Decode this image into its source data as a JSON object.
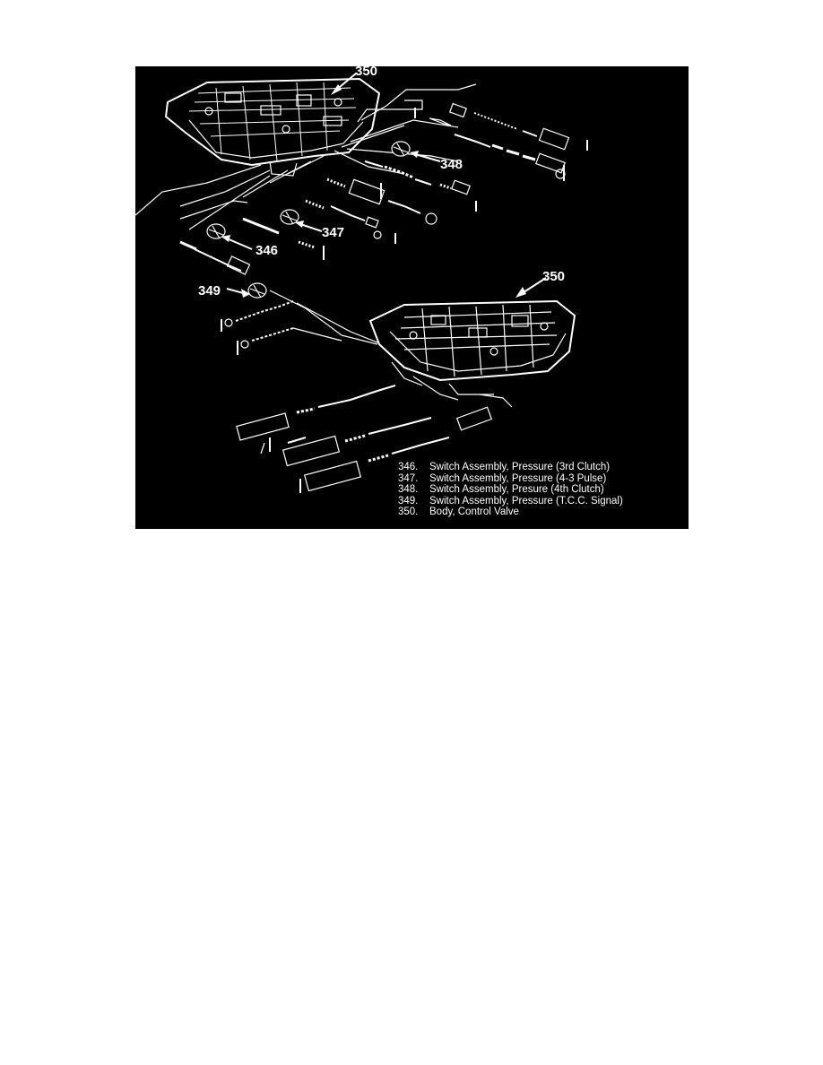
{
  "callouts": {
    "c350_top": "350",
    "c348": "348",
    "c347": "347",
    "c346": "346",
    "c349": "349",
    "c350_bottom": "350"
  },
  "legend": [
    {
      "num": "346.",
      "text": "Switch Assembly, Pressure (3rd Clutch)"
    },
    {
      "num": "347.",
      "text": "Switch Assembly, Pressure (4-3 Pulse)"
    },
    {
      "num": "348.",
      "text": "Switch Assembly, Presure (4th Clutch)"
    },
    {
      "num": "349.",
      "text": "Switch Assembly, Pressure (T.C.C. Signal)"
    },
    {
      "num": "350.",
      "text": "Body, Control Valve"
    }
  ],
  "colors": {
    "background": "#000000",
    "ink": "#ffffff",
    "page": "#ffffff"
  }
}
